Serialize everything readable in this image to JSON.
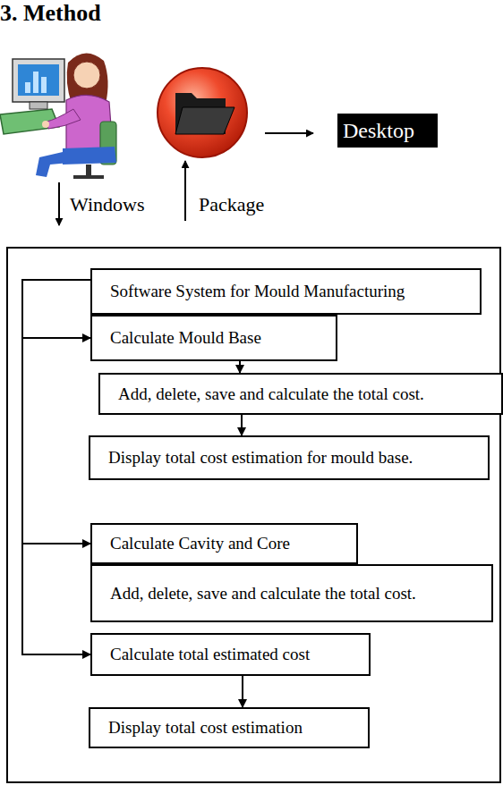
{
  "diagram": {
    "title": "3. Method",
    "nodes": [
      {
        "text": [
          "Desktop"
        ]
      },
      {
        "text": [
          "Software System for Mould Manufacturing"
        ]
      },
      {
        "text": [
          "Calculate Mould Base"
        ]
      },
      {
        "text": [
          "Add, delete, save and calculate the total cost."
        ]
      },
      {
        "text": [
          "Display total cost estimation for mould base."
        ]
      },
      {
        "text": [
          "Calculate Cavity and Core"
        ]
      },
      {
        "text": [
          "Add, delete, save and calculate the total cost."
        ]
      },
      {
        "text": [
          "Calculate total estimated cost"
        ]
      },
      {
        "text": [
          "Display total cost estimation"
        ]
      }
    ],
    "edges": [
      {
        "from": 1,
        "to": 2,
        "arrow": "to"
      },
      {
        "from": 1,
        "to": 5,
        "arrow": "to"
      },
      {
        "from": 1,
        "to": 7,
        "arrow": "to"
      },
      {
        "from": 2,
        "to": 3,
        "arrow": "to"
      },
      {
        "from": 3,
        "to": 4,
        "arrow": "to"
      },
      {
        "from": 7,
        "to": 8,
        "arrow": "to"
      }
    ],
    "labels": [
      "Windows",
      "Package"
    ]
  }
}
